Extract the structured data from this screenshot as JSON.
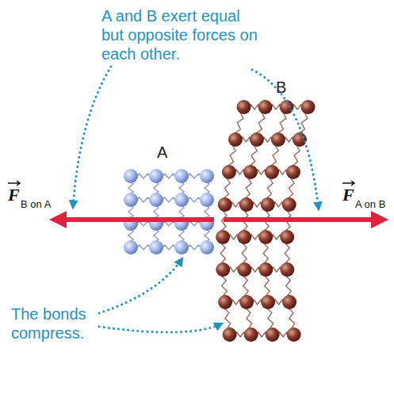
{
  "diagram": {
    "labels": [
      "A and B exert equal but opposite forces on each other.",
      "A",
      "B",
      "F",
      "B on A",
      "F",
      "A on B",
      "The bonds compress."
    ]
  }
}
